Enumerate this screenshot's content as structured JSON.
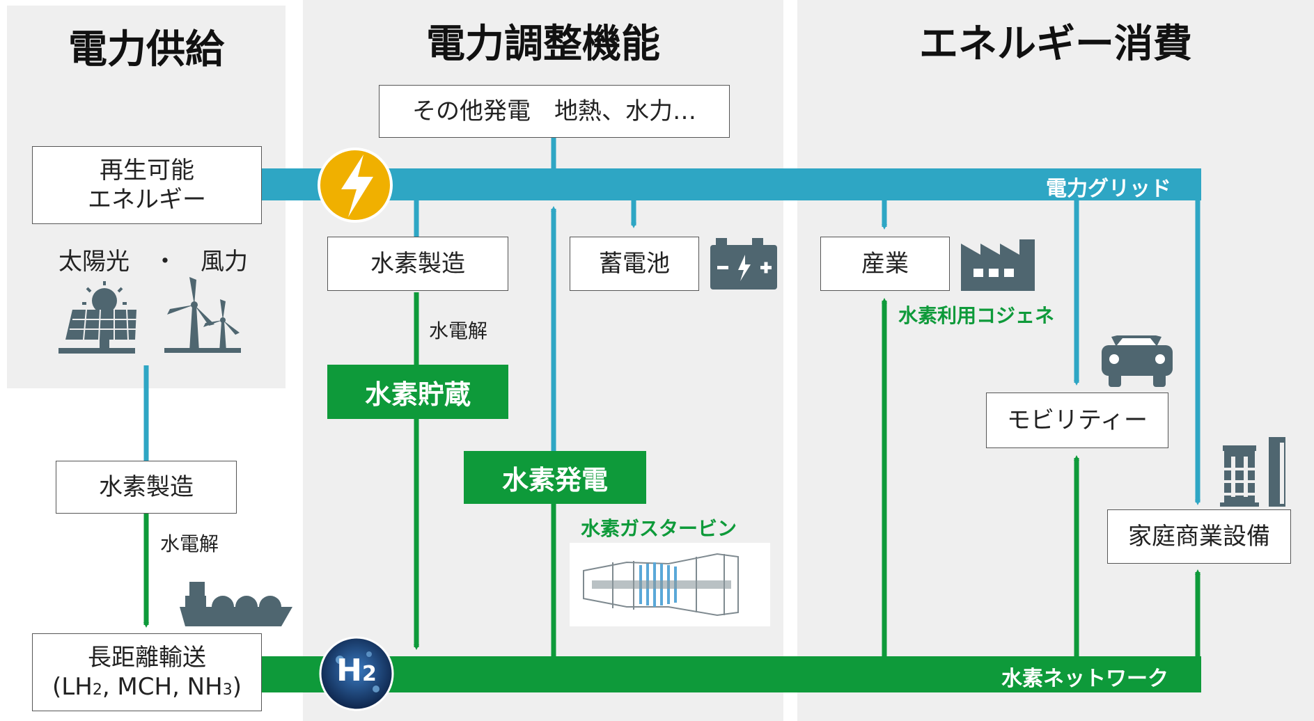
{
  "columns": {
    "supply": "電力供給",
    "adjust": "電力調整機能",
    "consume": "エネルギー消費"
  },
  "boxes": {
    "other_power": "その他発電　地熱、水力…",
    "renewable_line1": "再生可能",
    "renewable_line2": "エネルギー",
    "h2_production_left": "水素製造",
    "long_transport_line1": "長距離輸送",
    "long_transport_line2_a": "(LH",
    "long_transport_line2_b": "2",
    "long_transport_line2_c": ", MCH, NH",
    "long_transport_line2_d": "3",
    "long_transport_line2_e": ")",
    "h2_production_mid": "水素製造",
    "battery": "蓄電池",
    "industry": "産業",
    "mobility": "モビリティー",
    "home_commercial": "家庭商業設備",
    "h2_storage": "水素貯蔵",
    "h2_power": "水素発電"
  },
  "labels": {
    "solar_wind": "太陽光　・　風力",
    "electrolysis_left": "水電解",
    "electrolysis_mid": "水電解",
    "power_grid": "電力グリッド",
    "h2_network": "水素ネットワーク",
    "h2_cogeneration": "水素利用コジェネ",
    "h2_gas_turbine": "水素ガスタービン",
    "h2_badge_main": "H",
    "h2_badge_sub": "2"
  },
  "colors": {
    "grid_blue": "#2ea6c4",
    "network_green": "#0e9a3a",
    "panel_gray": "#efefef",
    "icon_slate": "#4f6670",
    "bolt_orange": "#f0b000",
    "h2_navy": "#13325e"
  }
}
